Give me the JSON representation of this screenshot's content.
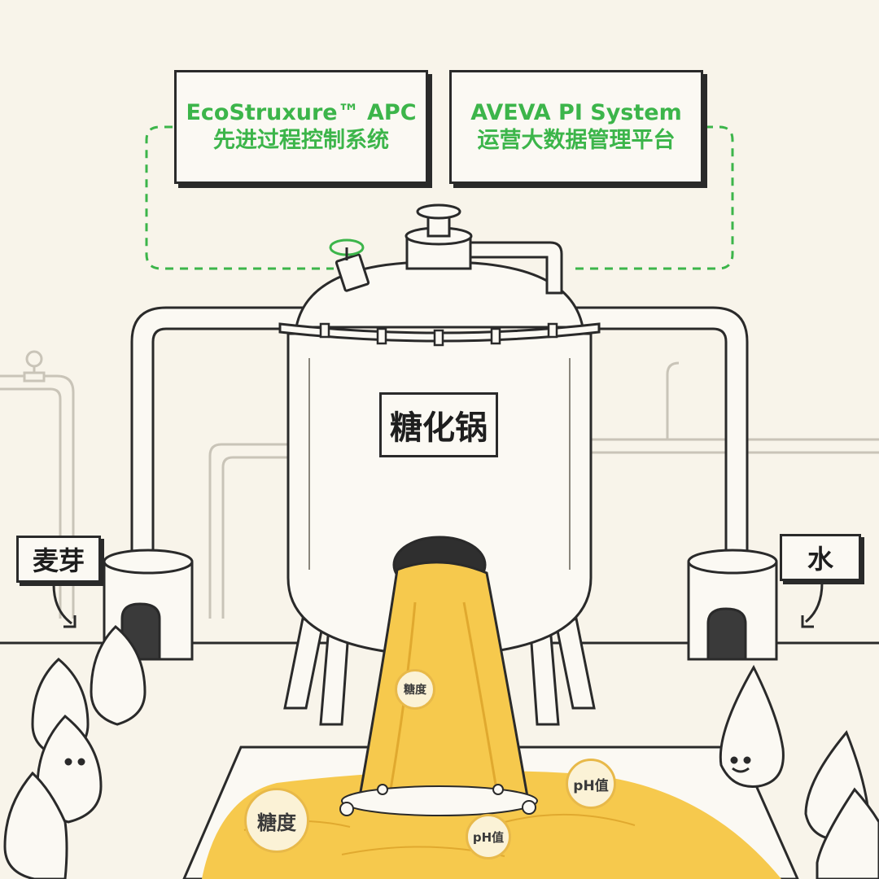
{
  "labels": {
    "apc_title": "EcoStruxure™ APC",
    "apc_subtitle": "先进过程控制系统",
    "pi_title": "AVEVA PI System",
    "pi_subtitle": "运营大数据管理平台",
    "tank": "糖化锅",
    "malt": "麦芽",
    "water": "水"
  },
  "sensors": {
    "sugar_stream": "糖度",
    "sugar_pool": "糖度",
    "ph_right": "pH值",
    "ph_center": "pH值"
  },
  "colors": {
    "accent_green": "#3cb54a",
    "mash_yellow": "#f6c94d",
    "line": "#2a2a2a",
    "background": "#f8f4ea"
  }
}
